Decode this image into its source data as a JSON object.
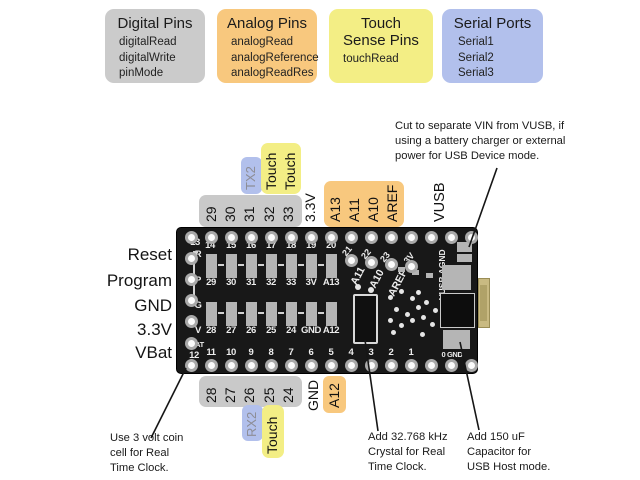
{
  "legend": {
    "boxes": [
      {
        "title": "Digital Pins",
        "items": [
          "digitalRead",
          "digitalWrite",
          "pinMode"
        ],
        "bg": "#cbcbcb"
      },
      {
        "title": "Analog Pins",
        "items": [
          "analogRead",
          "analogReference",
          "analogReadRes"
        ],
        "bg": "#f8c87e"
      },
      {
        "title": "Touch Sense Pins",
        "items": [
          "touchRead"
        ],
        "bg": "#f3ee85"
      },
      {
        "title": "Serial Ports",
        "items": [
          "Serial1",
          "Serial2",
          "Serial3"
        ],
        "bg": "#b2c0ec"
      }
    ]
  },
  "left_labels": [
    "Reset",
    "Program",
    "GND",
    "3.3V",
    "VBat"
  ],
  "top_labels": {
    "digital": [
      "29",
      "30",
      "31",
      "32",
      "33"
    ],
    "tx2": "TX2",
    "touch1": "Touch",
    "touch2": "Touch",
    "v33": "3.3V",
    "analog": [
      "A13",
      "A11",
      "A10",
      "AREF"
    ],
    "vusb": "VUSB"
  },
  "bottom_labels": {
    "digital": [
      "28",
      "27",
      "26",
      "25",
      "24"
    ],
    "rx2": "RX2",
    "touch": "Touch",
    "gnd": "GND",
    "a12": "A12"
  },
  "annotations": {
    "cut": [
      "Cut to separate VIN from VUSB, if",
      "using a battery charger or external",
      "power for USB Device mode."
    ],
    "coin": [
      "Use 3 volt coin",
      "cell for Real",
      "Time Clock."
    ],
    "crystal": [
      "Add 32.768 kHz",
      "Crystal for Real",
      "Time Clock."
    ],
    "capacitor": [
      "Add 150 uF",
      "Capacitor for",
      "USB Host mode."
    ]
  },
  "silkscreen": {
    "top_corner": "13",
    "top_row": [
      "14",
      "15",
      "16",
      "17",
      "18",
      "19",
      "20"
    ],
    "top_diag": [
      "21",
      "22",
      "23",
      "3V"
    ],
    "left_col": [
      "R",
      "P",
      "G",
      "V"
    ],
    "left_bat": "BAT",
    "bottom_corner": "12",
    "pads_row1": [
      "29",
      "30",
      "31",
      "32",
      "33",
      "3V",
      "A13"
    ],
    "pads_row2": [
      "28",
      "27",
      "26",
      "25",
      "24",
      "GND",
      "A12"
    ],
    "mid_diag": [
      "A11",
      "A10",
      "AREF"
    ],
    "vusb_agnd": "VUSB AGND",
    "bottom_row": [
      "11",
      "10",
      "9",
      "8",
      "7",
      "6",
      "5",
      "4",
      "3",
      "2",
      "1"
    ],
    "zero_gnd": "0 GND"
  },
  "colors": {
    "band_gray": "#c9c9c9",
    "band_orange": "#f8c87e",
    "band_yellow": "#f3ee85",
    "band_blue": "#b2c0ec",
    "board": "#181818",
    "pad": "#b5b5b5",
    "usb": "#c9ba82",
    "serial_text": "#8d8d96"
  }
}
